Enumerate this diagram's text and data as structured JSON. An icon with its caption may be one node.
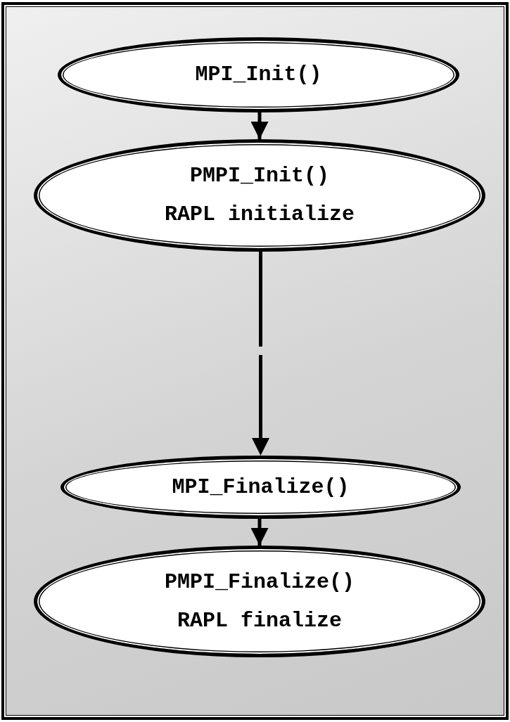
{
  "diagram": {
    "nodes": [
      {
        "text": [
          "MPI_Init()"
        ]
      },
      {
        "text": [
          "PMPI_Init()",
          "RAPL initialize"
        ]
      },
      {
        "text": [
          "MPI_Finalize()"
        ]
      },
      {
        "text": [
          "PMPI_Finalize()",
          "RAPL finalize"
        ]
      }
    ],
    "edges": [
      {
        "from": 0,
        "to": 1,
        "arrow": "to"
      },
      {
        "from": 1,
        "to": 2,
        "arrow": "to",
        "style": "dashed"
      },
      {
        "from": 2,
        "to": 3,
        "arrow": "to"
      }
    ]
  }
}
